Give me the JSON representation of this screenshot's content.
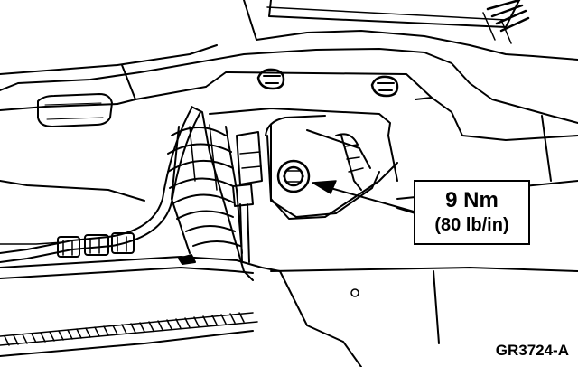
{
  "callout": {
    "torque_nm": "9 Nm",
    "torque_imperial": "(80 lb/in)"
  },
  "figure_code": "GR3724-A",
  "colors": {
    "line": "#000000",
    "background": "#ffffff"
  }
}
